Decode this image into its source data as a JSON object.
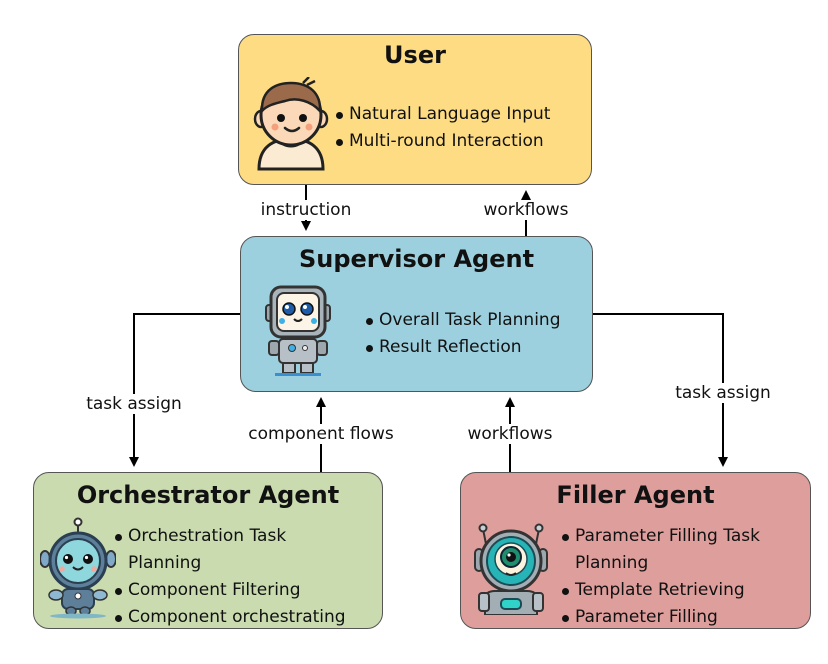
{
  "nodes": {
    "user": {
      "title": "User",
      "bullets": [
        "Natural Language Input",
        "Multi-round Interaction"
      ],
      "color": "#FDDC84",
      "icon": "child-avatar-icon"
    },
    "supervisor": {
      "title": "Supervisor Agent",
      "bullets": [
        "Overall Task Planning",
        "Result Reflection"
      ],
      "color": "#9DD0DE",
      "icon": "robot-supervisor-icon"
    },
    "orchestrator": {
      "title": "Orchestrator Agent",
      "bullets": [
        "Orchestration Task",
        "Planning",
        "Component Filtering",
        "Component orchestrating"
      ],
      "color": "#C9DBAF",
      "icon": "robot-orchestrator-icon"
    },
    "filler": {
      "title": "Filler Agent",
      "bullets": [
        "Parameter Filling Task",
        "Planning",
        "Template Retrieving",
        "Parameter Filling"
      ],
      "color": "#DD9E9C",
      "icon": "robot-filler-icon"
    }
  },
  "edges": {
    "instruction": {
      "label": "instruction",
      "from": "User",
      "to": "Supervisor Agent"
    },
    "workflows_up": {
      "label": "workflows",
      "from": "Supervisor Agent",
      "to": "User"
    },
    "task_assign_left": {
      "label": "task assign",
      "from": "Supervisor Agent",
      "to": "Orchestrator Agent"
    },
    "task_assign_right": {
      "label": "task assign",
      "from": "Supervisor Agent",
      "to": "Filler Agent"
    },
    "component_flows": {
      "label": "component flows",
      "from": "Orchestrator Agent",
      "to": "Supervisor Agent"
    },
    "workflows_filler": {
      "label": "workflows",
      "from": "Filler Agent",
      "to": "Supervisor Agent"
    }
  }
}
